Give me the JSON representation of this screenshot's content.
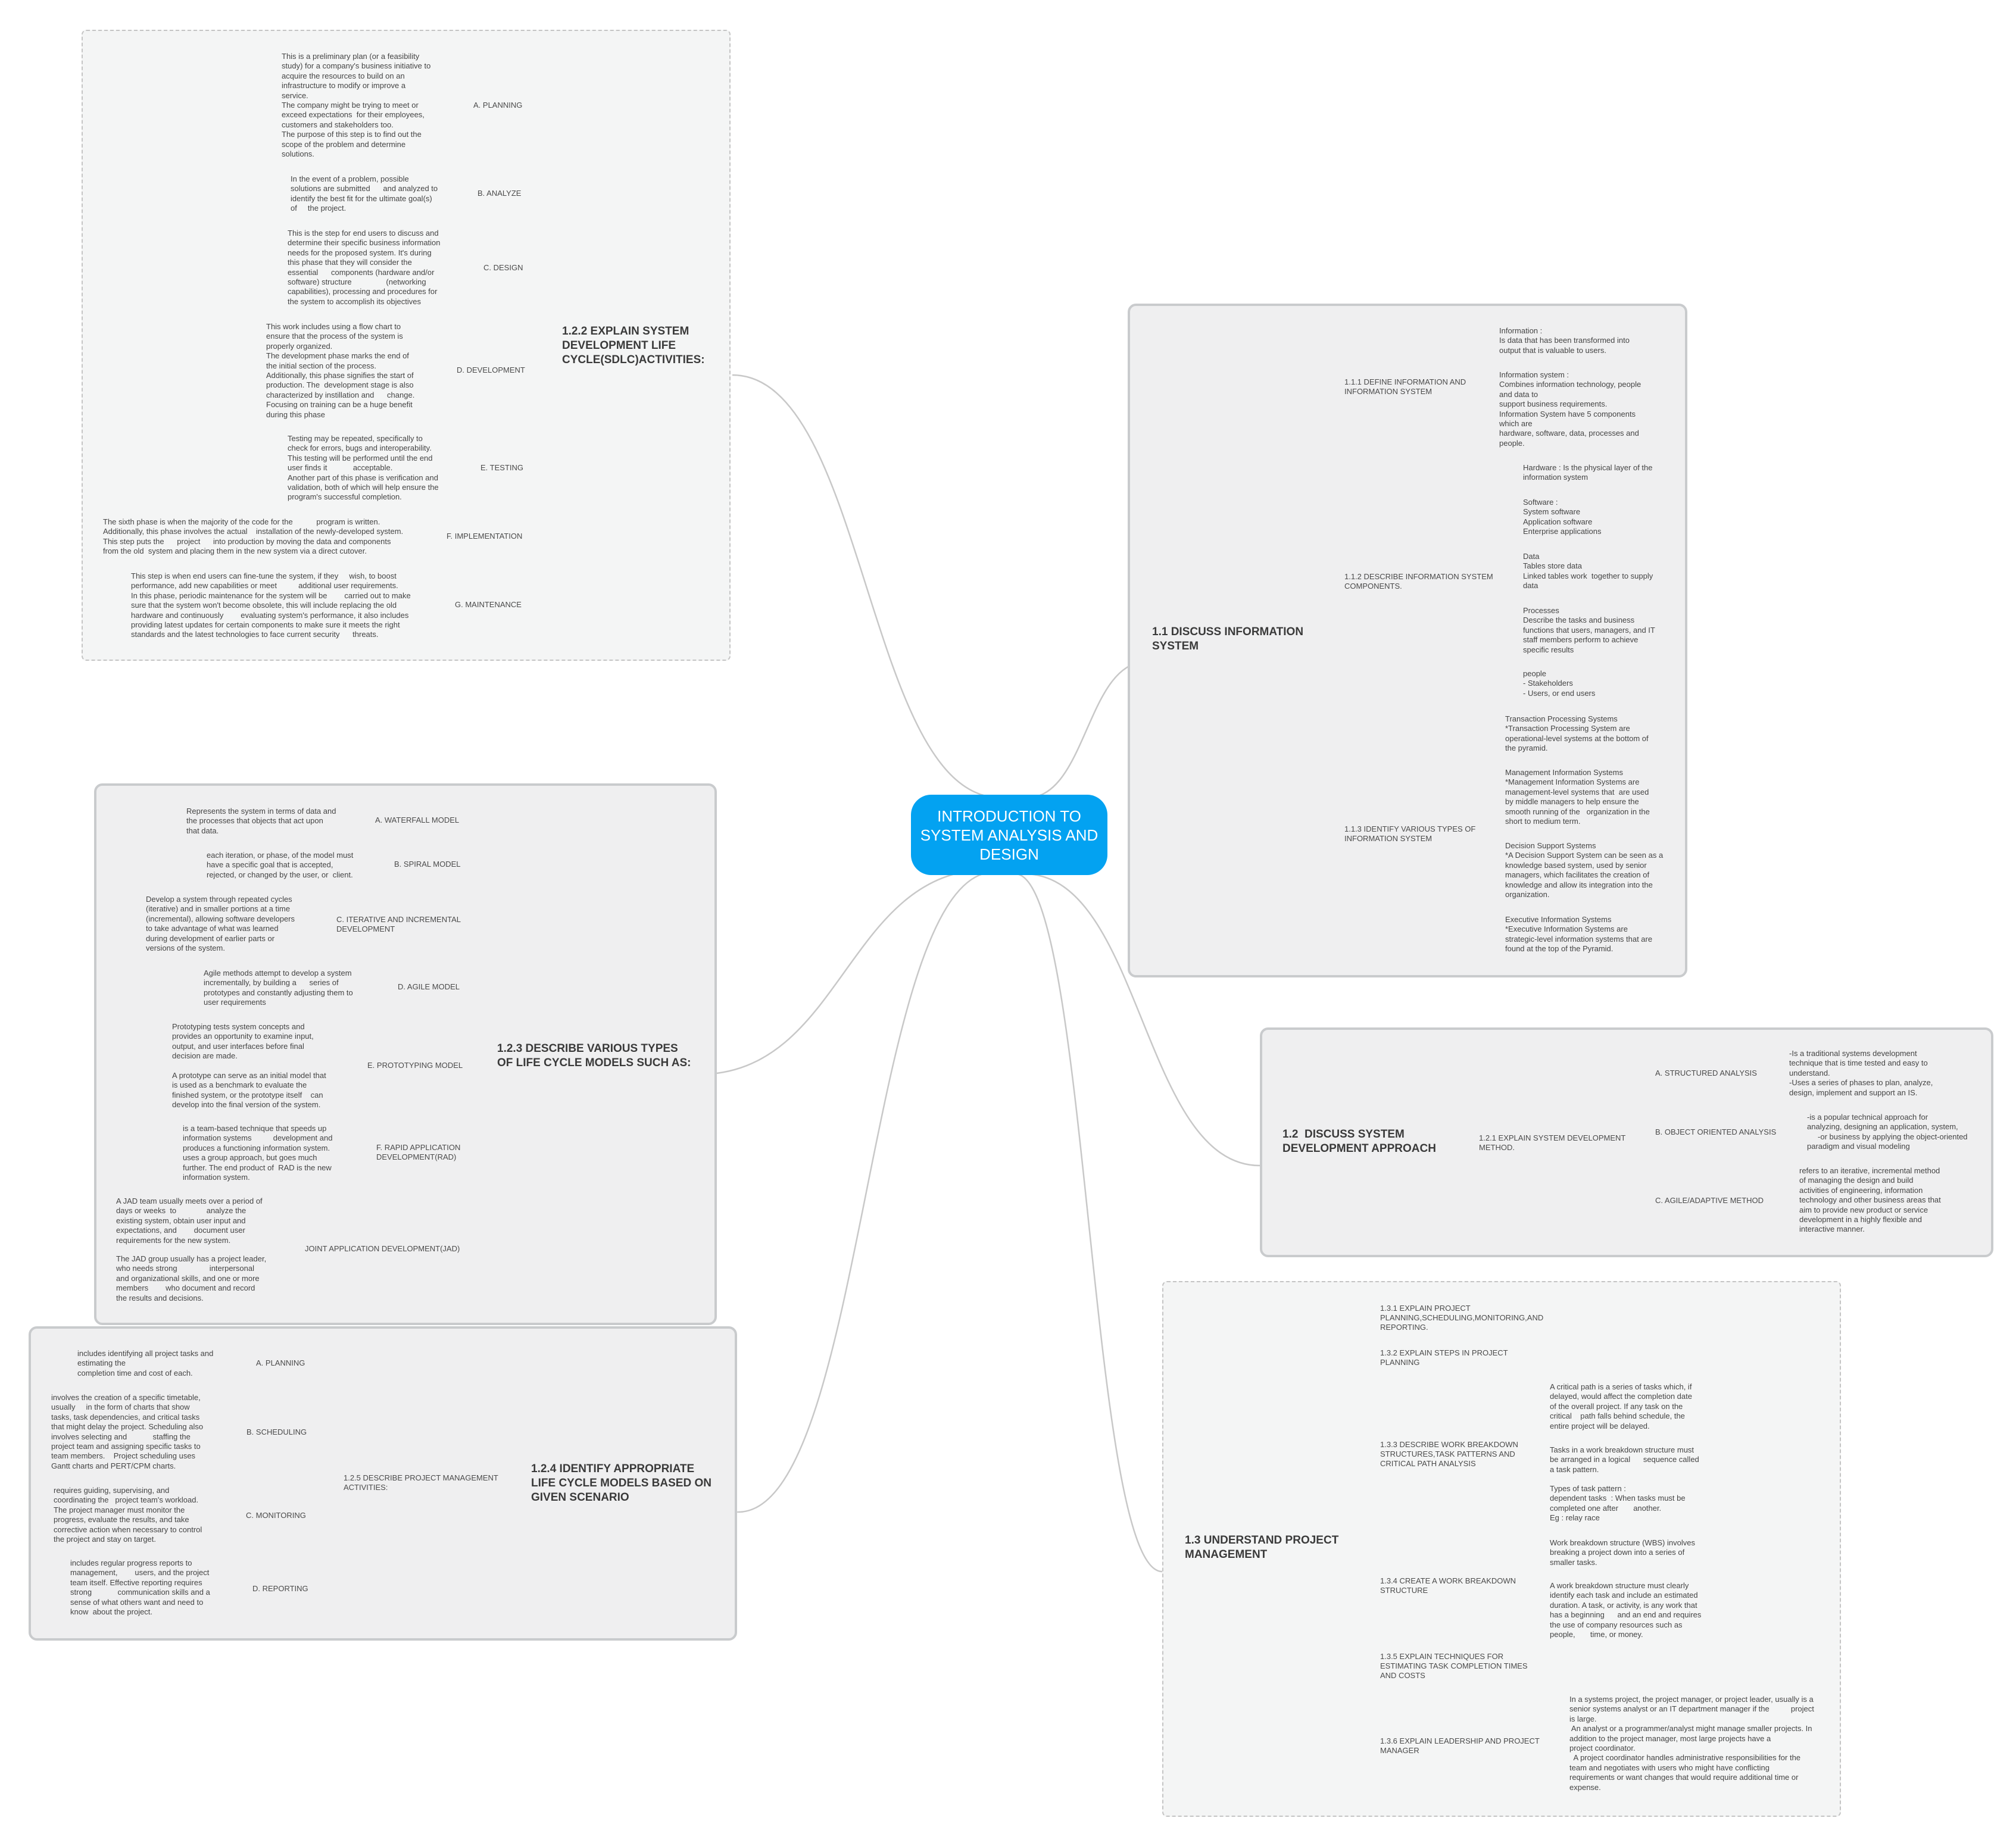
{
  "central": {
    "title": "INTRODUCTION TO\nSYSTEM ANALYSIS AND\nDESIGN"
  },
  "sdlc": {
    "title": "1.2.2 EXPLAIN SYSTEM\nDEVELOPMENT LIFE\nCYCLE(SDLC)ACTIVITIES:",
    "planning": {
      "label": "A. PLANNING",
      "text": "This is a preliminary plan (or a feasibility\nstudy) for a company's business initiative to\nacquire the resources to build on an\ninfrastructure to modify or improve a\nservice.\nThe company might be trying to meet or\nexceed expectations  for their employees,\ncustomers and stakeholders too.\nThe purpose of this step is to find out the\nscope of the problem and determine\nsolutions."
    },
    "analyze": {
      "label": "B. ANALYZE",
      "text": "In the event of a problem, possible\nsolutions are submitted      and analyzed to\nidentify the best fit for the ultimate goal(s)\nof     the project."
    },
    "design": {
      "label": "C. DESIGN",
      "text": "This is the step for end users to discuss and\ndetermine their specific business information\nneeds for the proposed system. It's during\nthis phase that they will consider the\nessential      components (hardware and/or\nsoftware) structure                (networking\ncapabilities), processing and procedures for\nthe system to accomplish its objectives"
    },
    "development": {
      "label": "D. DEVELOPMENT",
      "text": "This work includes using a flow chart to\nensure that the process of the system is\nproperly organized.\nThe development phase marks the end of\nthe initial section of the process.\nAdditionally, this phase signifies the start of\nproduction. The  development stage is also\ncharacterized by instillation and      change.\nFocusing on training can be a huge benefit\nduring this phase"
    },
    "testing": {
      "label": "E. TESTING",
      "text": "Testing may be repeated, specifically to\ncheck for errors, bugs and interoperability.\nThis testing will be performed until the end\nuser finds it            acceptable.\nAnother part of this phase is verification and\nvalidation, both of which will help ensure the\nprogram's successful completion."
    },
    "implementation": {
      "label": "F. IMPLEMENTATION",
      "text": "The sixth phase is when the majority of the code for the           program is written.\nAdditionally, this phase involves the actual    installation of the newly-developed system.\nThis step puts the      project      into production by moving the data and components\nfrom the old  system and placing them in the new system via a direct cutover."
    },
    "maintenance": {
      "label": "G. MAINTENANCE",
      "text": "This step is when end users can fine-tune the system, if they     wish, to boost\nperformance, add new capabilities or meet          additional user requirements.\nIn this phase, periodic maintenance for the system will be        carried out to make\nsure that the system won't become obsolete, this will include replacing the old\nhardware and continuously        evaluating system's performance, it also includes\nproviding latest updates for certain components to make sure it meets the right\nstandards and the latest technologies to face current security      threats."
    }
  },
  "models": {
    "title": "1.2.3 DESCRIBE VARIOUS TYPES\nOF LIFE CYCLE MODELS SUCH AS:",
    "waterfall": {
      "label": "A. WATERFALL MODEL",
      "text": "Represents the system in terms of data and\nthe processes that objects that act upon\nthat data."
    },
    "spiral": {
      "label": "B. SPIRAL MODEL",
      "text": "each iteration, or phase, of the model must\nhave a specific goal that is accepted,\nrejected, or changed by the user, or  client."
    },
    "iterative": {
      "label": "C. ITERATIVE AND INCREMENTAL\nDEVELOPMENT",
      "text": "Develop a system through repeated cycles\n(iterative) and in smaller portions at a time\n(incremental), allowing software developers\nto take advantage of what was learned\nduring development of earlier parts or\nversions of the system."
    },
    "agile": {
      "label": "D. AGILE MODEL",
      "text": "Agile methods attempt to develop a system\nincrementally, by building a      series of\nprototypes and constantly adjusting them to\nuser requirements"
    },
    "prototyping": {
      "label": "E. PROTOTYPING MODEL",
      "text": "Prototyping tests system concepts and\nprovides an opportunity to examine input,\noutput, and user interfaces before final\ndecision are made.",
      "text2": "A prototype can serve as an initial model that\nis used as a benchmark to evaluate the\nfinished system, or the prototype itself    can\ndevelop into the final version of the system."
    },
    "rad": {
      "label": "F. RAPID APPLICATION\nDEVELOPMENT(RAD)",
      "text": "is a team-based technique that speeds up\ninformation systems          development and\nproduces a functioning information system.\nuses a group approach, but goes much\nfurther. The end product of  RAD is the new\ninformation system."
    },
    "jad": {
      "label": "JOINT APPLICATION DEVELOPMENT(JAD)",
      "text": "A JAD team usually meets over a period of\ndays or weeks  to              analyze the\nexisting system, obtain user input and\nexpectations, and        document user\nrequirements for the new system.",
      "text2": "The JAD group usually has a project leader,\nwho needs strong               interpersonal\nand organizational skills, and one or more\nmembers        who document and record\nthe results and decisions."
    }
  },
  "pm_activities": {
    "title": "1.2.4 IDENTIFY APPROPRIATE\nLIFE CYCLE MODELS BASED ON\nGIVEN SCENARIO",
    "sub": "1.2.5 DESCRIBE PROJECT MANAGEMENT\nACTIVITIES:",
    "planning": {
      "label": "A. PLANNING",
      "text": "includes identifying all project tasks and\nestimating the\ncompletion time and cost of each."
    },
    "scheduling": {
      "label": "B. SCHEDULING",
      "text": "involves the creation of a specific timetable,\nusually     in the form of charts that show\ntasks, task dependencies, and critical tasks\nthat might delay the project. Scheduling also\ninvolves selecting and            staffing the\nproject team and assigning specific tasks to\nteam members.    Project scheduling uses\nGantt charts and PERT/CPM charts."
    },
    "monitoring": {
      "label": "C. MONITORING",
      "text": "requires guiding, supervising, and\ncoordinating the   project team's workload.\nThe project manager must monitor the\nprogress, evaluate the results, and take\ncorrective action when necessary to control\nthe project and stay on target."
    },
    "reporting": {
      "label": "D. REPORTING",
      "text": "includes regular progress reports to\nmanagement,        users, and the project\nteam itself. Effective reporting requires\nstrong            communication skills and a\nsense of what others want and need to\nknow  about the project."
    }
  },
  "is": {
    "title": "1.1 DISCUSS INFORMATION\nSYSTEM",
    "define": {
      "label": "1.1.1 DEFINE INFORMATION AND\nINFORMATION SYSTEM",
      "info": "Information :\nIs data that has been transformed into\noutput that is valuable to users.",
      "infosys": "Information system :\nCombines information technology, people\nand data to\nsupport business requirements.\nInformation System have 5 components\nwhich are\nhardware, software, data, processes and\npeople."
    },
    "components": {
      "label": "1.1.2 DESCRIBE INFORMATION SYSTEM\nCOMPONENTS.",
      "hardware": "Hardware : Is the physical layer of the\ninformation system",
      "software": "Software :\nSystem software\nApplication software\nEnterprise applications",
      "data": "Data\nTables store data\nLinked tables work  together to supply\ndata",
      "processes": "Processes\nDescribe the tasks and business\nfunctions that users, managers, and IT\nstaff members perform to achieve\nspecific results",
      "people": "people\n- Stakeholders\n- Users, or end users"
    },
    "types": {
      "label": "1.1.3 IDENTIFY VARIOUS TYPES OF\nINFORMATION SYSTEM",
      "tps": "Transaction Processing Systems\n*Transaction Processing System are\noperational-level systems at the bottom of\nthe pyramid.",
      "mis": "Management Information Systems\n*Management Information Systems are\nmanagement-level systems that  are used\nby middle managers to help ensure the\nsmooth running of the   organization in the\nshort to medium term.",
      "dss": "Decision Support Systems\n*A Decision Support System can be seen as a\nknowledge based system, used by senior\nmanagers, which facilitates the creation of\nknowledge and allow its integration into the\norganization.",
      "eis": "Executive Information Systems\n*Executive Information Systems are\nstrategic-level information systems that are\nfound at the top of the Pyramid."
    }
  },
  "approach": {
    "title": "1.2  DISCUSS SYSTEM\nDEVELOPMENT APPROACH",
    "method": "1.2.1 EXPLAIN SYSTEM DEVELOPMENT\nMETHOD.",
    "structured": {
      "label": "A. STRUCTURED ANALYSIS",
      "text": "-Is a traditional systems development\ntechnique that is time tested and easy to\nunderstand.\n-Uses a series of phases to plan, analyze,\ndesign, implement and support an IS."
    },
    "oo": {
      "label": "B. OBJECT ORIENTED ANALYSIS",
      "text": "-is a popular technical approach for\nanalyzing, designing an application, system,\n     -or business by applying the object-oriented\nparadigm and visual modeling"
    },
    "agile": {
      "label": "C. AGILE/ADAPTIVE METHOD",
      "text": "refers to an iterative, incremental method\nof managing the design and build\nactivities of engineering, information\ntechnology and other business areas that\naim to provide new product or service\ndevelopment in a highly flexible and\ninteractive manner."
    }
  },
  "pm": {
    "title": "1.3 UNDERSTAND PROJECT\nMANAGEMENT",
    "i1": "1.3.1 EXPLAIN PROJECT\nPLANNING,SCHEDULING,MONITORING,AND\nREPORTING.",
    "i2": "1.3.2 EXPLAIN STEPS IN PROJECT\nPLANNING",
    "i3": {
      "label": "1.3.3 DESCRIBE WORK BREAKDOWN\nSTRUCTURES,TASK PATTERNS AND\nCRITICAL PATH ANALYSIS",
      "t1": "A critical path is a series of tasks which, if\ndelayed, would affect the completion date\nof the overall project. If any task on the\ncritical    path falls behind schedule, the\nentire project will be delayed.",
      "t2": "Tasks in a work breakdown structure must\nbe arranged in a logical      sequence called\na task pattern.",
      "t3": "Types of task pattern :\ndependent tasks  : When tasks must be\ncompleted one after       another.\nEg : relay race"
    },
    "i4": {
      "label": "1.3.4 CREATE A WORK BREAKDOWN\nSTRUCTURE",
      "t1": "Work breakdown structure (WBS) involves\nbreaking a project down into a series of\nsmaller tasks.",
      "t2": "A work breakdown structure must clearly\nidentify each task and include an estimated\nduration. A task, or activity, is any work that\nhas a beginning      and an end and requires\nthe use of company resources such as\npeople,       time, or money."
    },
    "i5": "1.3.5 EXPLAIN TECHNIQUES FOR\nESTIMATING TASK COMPLETION TIMES\nAND COSTS",
    "i6": {
      "label": "1.3.6 EXPLAIN LEADERSHIP AND PROJECT\nMANAGER",
      "t1": "In a systems project, the project manager, or project leader, usually is a\nsenior systems analyst or an IT department manager if the          project\nis large.\n An analyst or a programmer/analyst might manage smaller projects. In\naddition to the project manager, most large projects have a\nproject coordinator.\n  A project coordinator handles administrative responsibilities for the\nteam and negotiates with users who might have conflicting\nrequirements or want changes that would require additional time or\nexpense."
    }
  }
}
